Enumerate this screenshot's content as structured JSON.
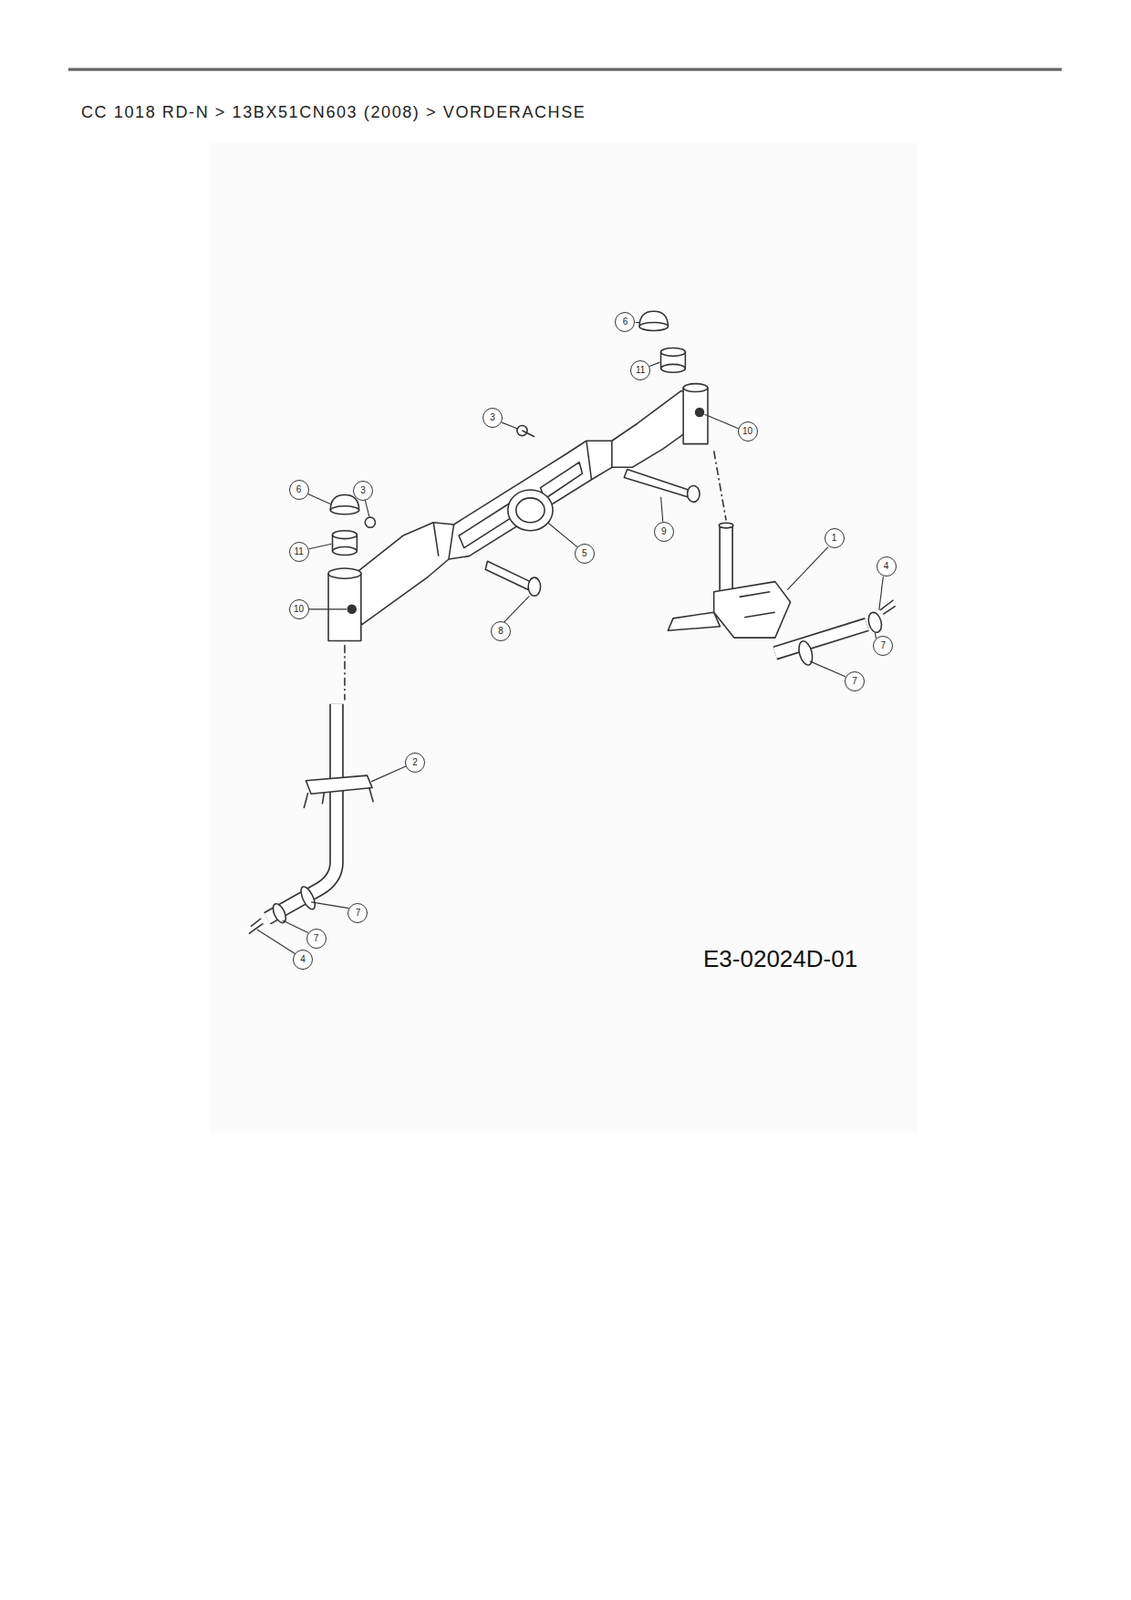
{
  "diagram": {
    "title": "CC 1018 RD-N  >  13BX51CN603 (2008)  >  VORDERACHSE",
    "labels": [
      "6",
      "11",
      "3",
      "10",
      "6",
      "3",
      "11",
      "5",
      "9",
      "1",
      "4",
      "10",
      "8",
      "7",
      "7",
      "2",
      "7",
      "7",
      "4",
      "E3-02024D-01"
    ]
  }
}
